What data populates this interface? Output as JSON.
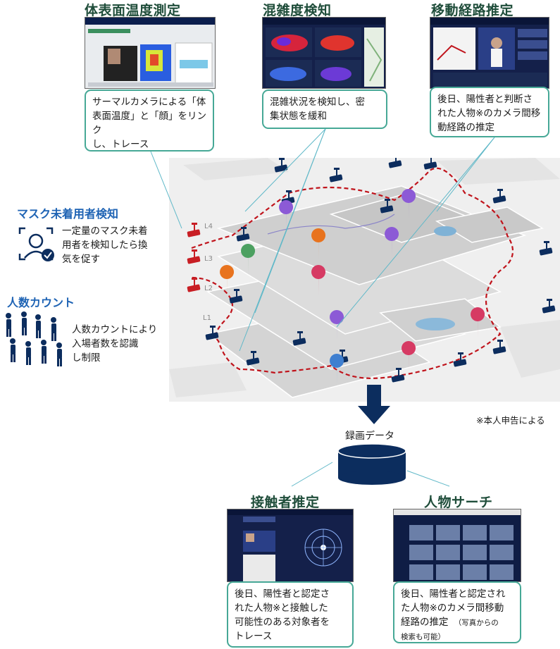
{
  "top": {
    "thermal": {
      "title": "体表面温度測定",
      "desc_lines": [
        "サーマルカメラによる「体",
        "表面温度」と「顔」をリンク",
        "し、トレース"
      ]
    },
    "congestion": {
      "title": "混雑度検知",
      "desc_lines": [
        "混雑状況を検知し、密",
        "集状態を緩和"
      ]
    },
    "route": {
      "title": "移動経路推定",
      "desc_lines": [
        "後日、陽性者と判断さ",
        "れた人物※のカメラ間移",
        "動経路の推定"
      ]
    }
  },
  "left": {
    "mask": {
      "title": "マスク未着用者検知",
      "desc_lines": [
        "一定量のマスク未着",
        "用者を検知したら換",
        "気を促す"
      ]
    },
    "count": {
      "title": "人数カウント",
      "desc_lines": [
        "人数カウントにより",
        "入場者数を認識",
        "し制限"
      ]
    }
  },
  "floors": [
    "L4",
    "L3",
    "L2",
    "L1"
  ],
  "note": "※本人申告による",
  "db": {
    "label": "録画データ"
  },
  "bottom": {
    "contact": {
      "title": "接触者推定",
      "desc_lines": [
        "後日、陽性者と認定さ",
        "れた人物※と接触した",
        "可能性のある対象者を",
        "トレース"
      ]
    },
    "search": {
      "title": "人物サーチ",
      "desc_lines": [
        "後日、陽性者と認定され",
        "た人物※のカメラ間移動"
      ],
      "desc_last": "経路の推定",
      "desc_small_a": "（写真からの",
      "desc_small_b": "検索も可能）"
    }
  },
  "colors": {
    "teal_border": "#46a896",
    "title_green": "#1f4d3a",
    "side_blue": "#1e63b4",
    "navy": "#0c2d5e",
    "route_red": "#c0141c",
    "camera_red": "#c81e24"
  }
}
